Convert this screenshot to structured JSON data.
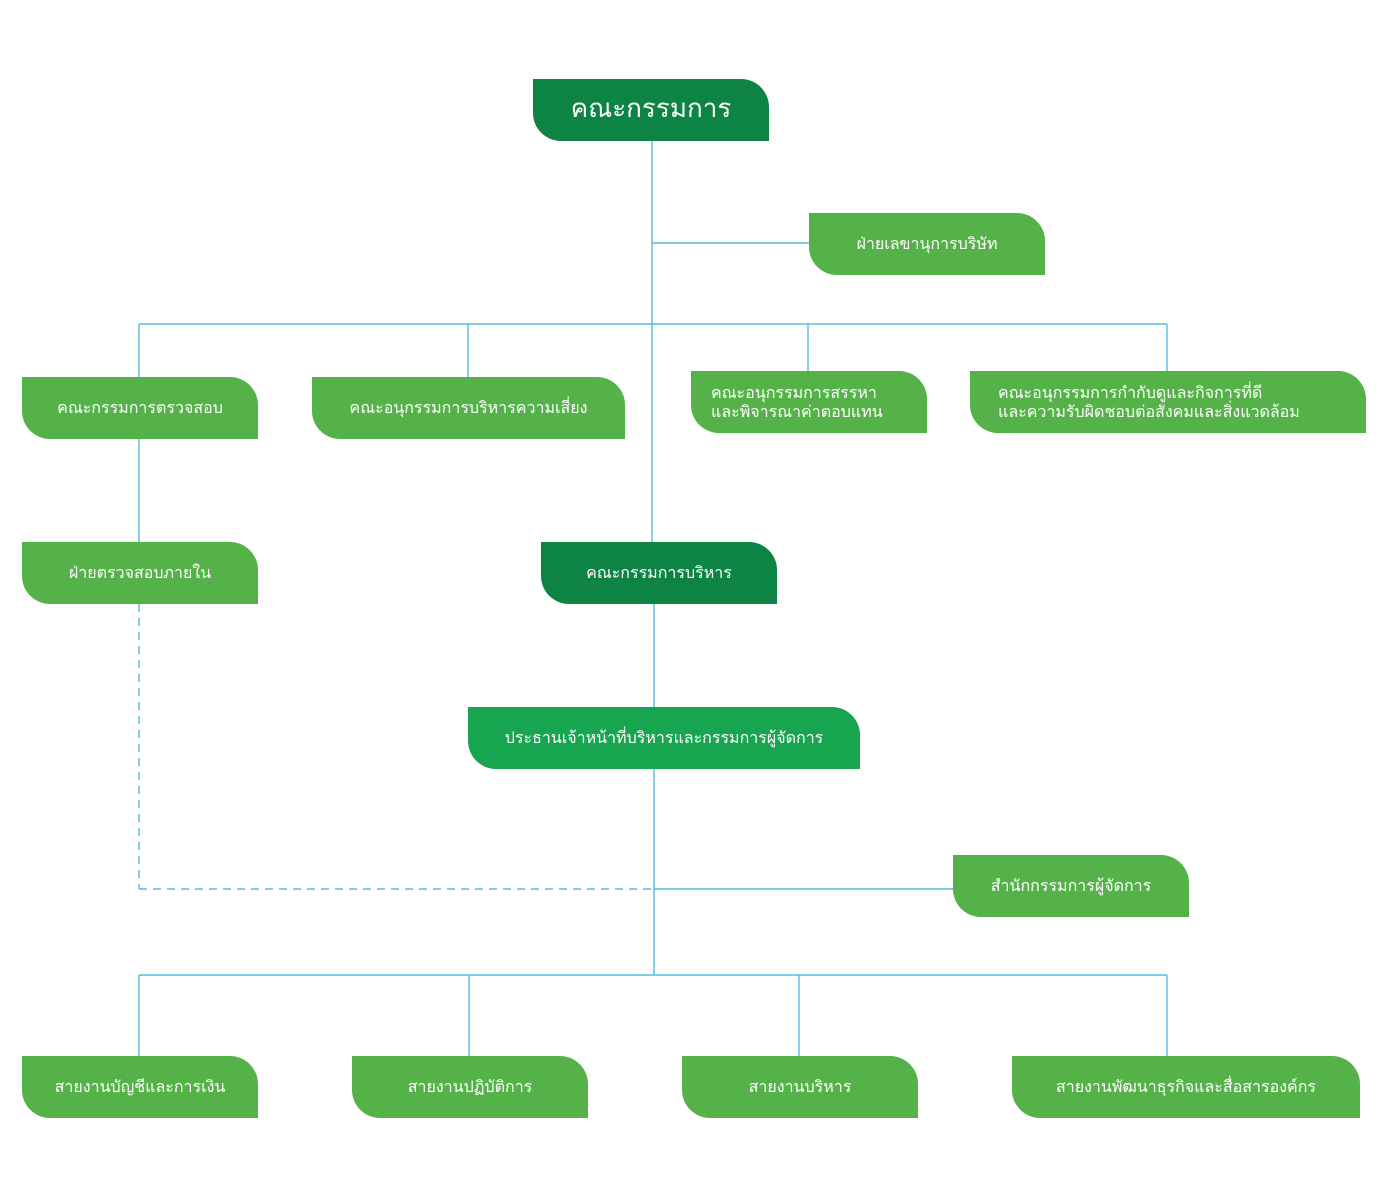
{
  "colors": {
    "line": "#3aaed8",
    "box_light": "#54b248",
    "box_dark": "#0e8444",
    "box_mid": "#17a550"
  },
  "diagram": {
    "board": "คณะกรรมการ",
    "company_secretary": "ฝ่ายเลขานุการบริษัท",
    "audit_committee": "คณะกรรมการตรวจสอบ",
    "risk_committee": "คณะอนุกรรมการบริหารความเสี่ยง",
    "nomination_committee": [
      "คณะอนุกรรมการสรรหา",
      "และพิจารณาค่าตอบแทน"
    ],
    "governance_committee": [
      "คณะอนุกรรมการกำกับดูและกิจการที่ดี",
      "และความรับผิดชอบต่อสังคมและสิ่งแวดล้อม"
    ],
    "internal_audit": "ฝ่ายตรวจสอบภายใน",
    "executive_committee": "คณะกรรมการบริหาร",
    "ceo": "ประธานเจ้าหน้าที่บริหารและกรรมการผู้จัดการ",
    "md_office": "สำนักกรรมการผู้จัดการ",
    "finance": "สายงานบัญชีและการเงิน",
    "operations": "สายงานปฏิบัติการ",
    "administration": "สายงานบริหาร",
    "business_dev": "สายงานพัฒนาธุรกิจและสื่อสารองค์กร"
  }
}
